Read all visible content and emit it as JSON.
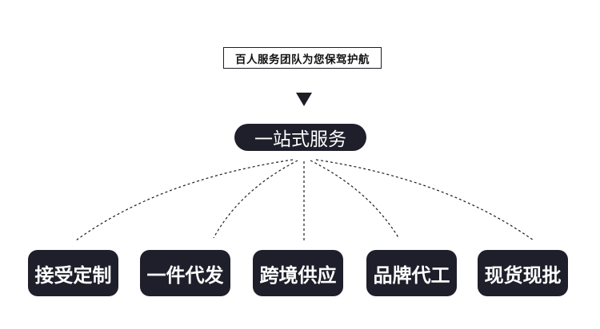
{
  "header": {
    "title": "百人服务团队为您保驾护航"
  },
  "hub": {
    "label": "一站式服务"
  },
  "services": [
    {
      "label": "接受定制"
    },
    {
      "label": "一件代发"
    },
    {
      "label": "跨境供应"
    },
    {
      "label": "品牌代工"
    },
    {
      "label": "现货现批"
    }
  ],
  "colors": {
    "box_fill": "#1f1f2b",
    "text_light": "#ffffff",
    "line": "#1d1d26"
  }
}
